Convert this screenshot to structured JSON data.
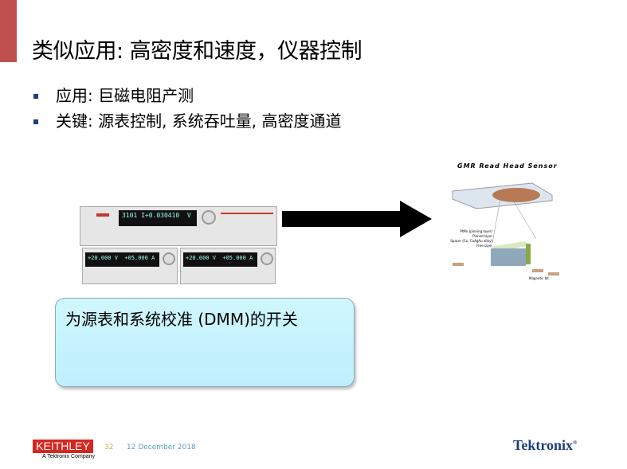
{
  "slide": {
    "title": "类似应用: 高密度和速度，仪器控制",
    "bullets": [
      "应用: 巨磁电阻产测",
      "关键: 源表控制, 系统吞吐量, 高密度通道"
    ],
    "callout": "为源表和系统校准 (DMM)的开关",
    "image_caption": "GMR Read Head Sensor",
    "gmr_labels": [
      "PtMn (pinning layer)",
      "Pinned layer",
      "Spacer (Cu, CuAgAu alloy)",
      "Free layer",
      "Magnetic bit"
    ],
    "instrument_displays": {
      "switch": "3101 I+0.030410  V",
      "smu1": "+20.000 V  +05.000 A",
      "smu2": "+20.000 V  +05.000 A"
    }
  },
  "footer": {
    "logo": "KEITHLEY",
    "logo_sub": "A Tektronix Company",
    "page_number": "32",
    "date": "12 December 2018",
    "brand": "Tektronix"
  },
  "colors": {
    "accent": "#c0504d",
    "bullet": "#1f3c88",
    "keithley": "#d7261e",
    "tektronix": "#1c3d7a"
  }
}
